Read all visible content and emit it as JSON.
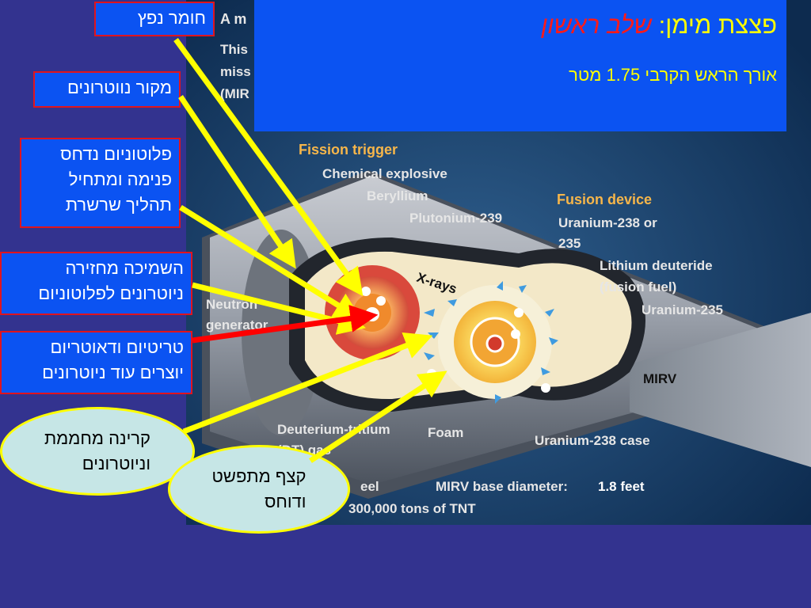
{
  "title": {
    "prefix": "פצצת מימן:",
    "stage": "שלב ראשון",
    "subtitle": "אורך הראש הקרבי 1.75 מטר"
  },
  "callouts": {
    "explosive": "חומר נפץ",
    "neutron_source": "מקור נווטרונים",
    "plutonium": [
      "פלוטוניום נדחס",
      "פנימה ומתחיל",
      "תהליך שרשרת"
    ],
    "reflector": [
      "השמיכה מחזירה",
      "ניוטרונים לפלוטוניום"
    ],
    "tritium": [
      "טריטיום ודאוטריום",
      "יוצרים עוד ניוטרונים"
    ],
    "radiation": [
      "קרינה מחממת",
      "וניוטרונים"
    ],
    "foam": [
      "קצף מתפשט",
      "ודוחס"
    ]
  },
  "image_labels": {
    "header_a": "A m",
    "header_line1": "This",
    "header_line2": "miss",
    "header_line3": "(MIR",
    "fission_trigger": "Fission trigger",
    "chemical_explosive": "Chemical explosive",
    "beryllium": "Beryllium",
    "plutonium": "Plutonium-239",
    "fusion_device": "Fusion device",
    "uranium_238_235a": "Uranium-238 or",
    "uranium_238_235b": "235",
    "lithium_a": "Lithium deuteride",
    "lithium_b": "(fusion fuel)",
    "uranium_235": "Uranium-235",
    "xrays": "X-rays",
    "neutron_gen_a": "Neutron",
    "neutron_gen_b": "generator",
    "mirv": "MIRV",
    "dt_a": "Deuterium-tritium",
    "dt_b": "(DT) gas",
    "foam": "Foam",
    "uranium_case": "Uranium-238 case",
    "base_prefix": "MIRV base diameter:",
    "base_value": "1.8 feet",
    "steel": "eel",
    "tnt": "300,000 tons of TNT"
  },
  "colors": {
    "background": "#33338f",
    "panel": "#0b53f2",
    "title_text": "#ffff00",
    "title_stage": "#ff1a1a",
    "box_border": "#e0141e",
    "bubble_fill": "#c6e6e6",
    "arrow_yellow": "#ffff00",
    "arrow_red": "#ff0000"
  }
}
